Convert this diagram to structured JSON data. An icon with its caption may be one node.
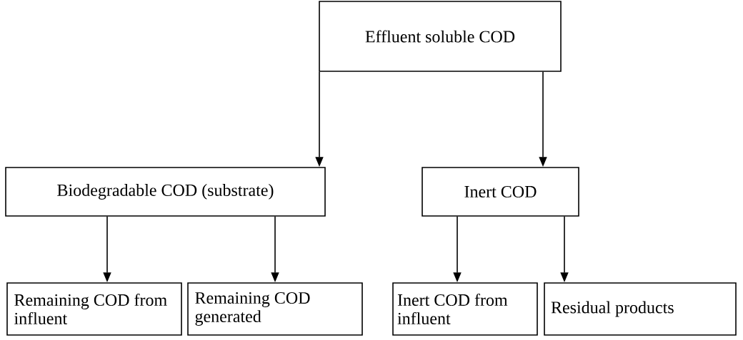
{
  "diagram": {
    "nodes": [
      {
        "text": [
          "Effluent soluble COD"
        ]
      },
      {
        "text": [
          "Biodegradable COD (substrate)"
        ]
      },
      {
        "text": [
          "Inert COD"
        ]
      },
      {
        "text": [
          "Remaining COD from influent"
        ]
      },
      {
        "text": [
          "Remaining COD generated"
        ]
      },
      {
        "text": [
          "Inert COD from influent"
        ]
      },
      {
        "text": [
          "Residual products"
        ]
      }
    ],
    "edges": [
      {
        "from": 0,
        "to": 1,
        "arrow": "to"
      },
      {
        "from": 0,
        "to": 2,
        "arrow": "to"
      },
      {
        "from": 1,
        "to": 3,
        "arrow": "to"
      },
      {
        "from": 1,
        "to": 4,
        "arrow": "to"
      },
      {
        "from": 2,
        "to": 5,
        "arrow": "to"
      },
      {
        "from": 2,
        "to": 6,
        "arrow": "to"
      }
    ]
  }
}
